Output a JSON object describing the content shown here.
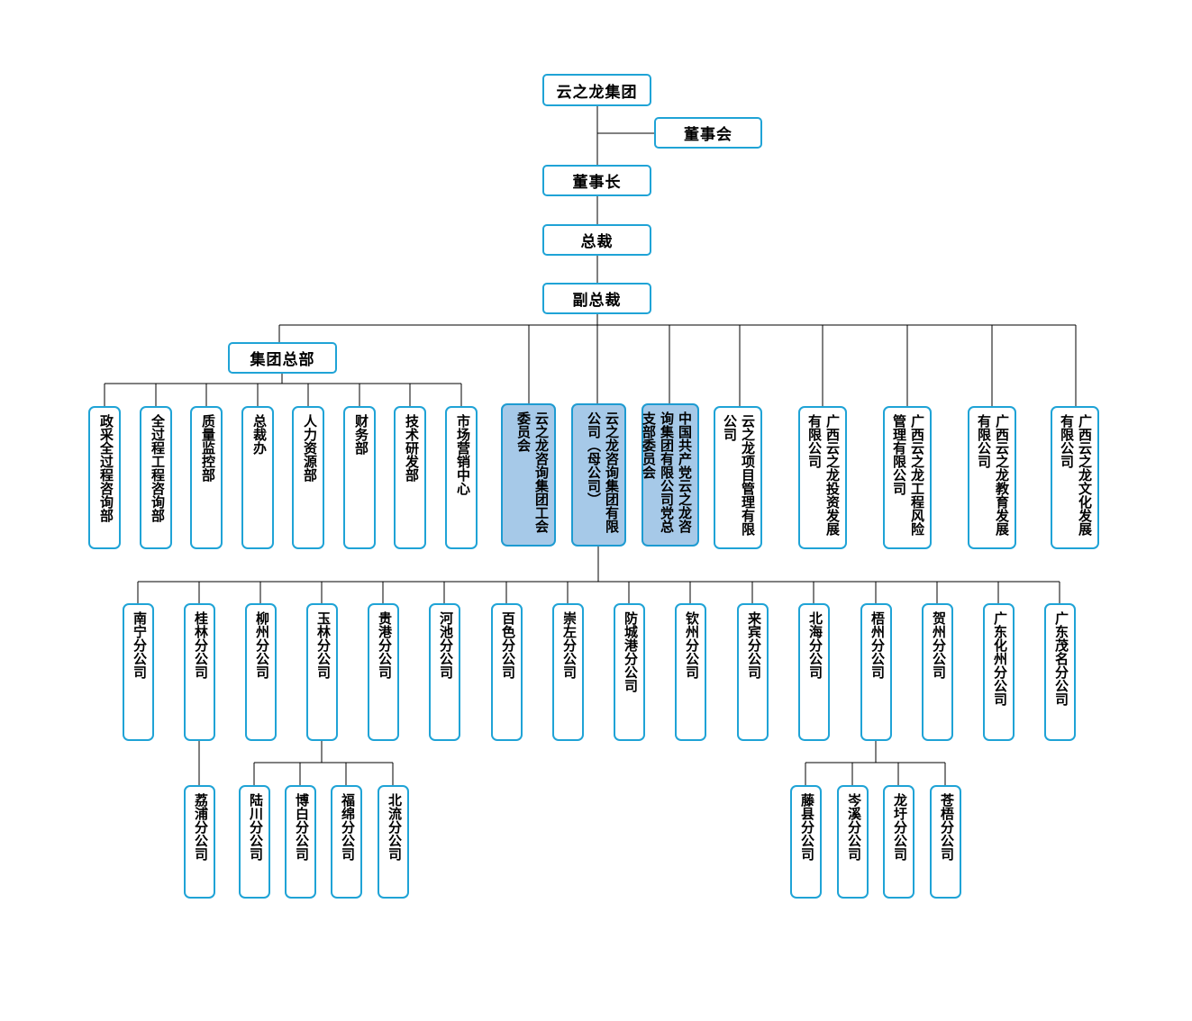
{
  "top": {
    "group": "云之龙集团",
    "board": "董事会",
    "chairman": "董事长",
    "president": "总裁",
    "vice_president": "副总裁"
  },
  "hq": {
    "title": "集团总部",
    "departments": [
      "政采全过程咨询部",
      "全过程工程咨询部",
      "质量监控部",
      "总裁办",
      "人力资源部",
      "财务部",
      "技术研发部",
      "市场营销中心"
    ]
  },
  "units": [
    {
      "label": "云之龙咨询集团工会委员会",
      "highlight": true
    },
    {
      "label": "云之龙咨询集团有限公司（母公司）",
      "highlight": true
    },
    {
      "label": "中国共产党云之龙咨询集团有限公司党总支部委员会",
      "highlight": true
    },
    {
      "label": "云之龙项目管理有限公司",
      "highlight": false
    },
    {
      "label": "广西云之龙投资发展有限公司",
      "highlight": false
    },
    {
      "label": "广西云之龙工程风险管理有限公司",
      "highlight": false
    },
    {
      "label": "广西云之龙教育发展有限公司",
      "highlight": false
    },
    {
      "label": "广西云之龙文化发展有限公司",
      "highlight": false
    }
  ],
  "branches": [
    "南宁分公司",
    "桂林分公司",
    "柳州分公司",
    "玉林分公司",
    "贵港分公司",
    "河池分公司",
    "百色分公司",
    "崇左分公司",
    "防城港分公司",
    "钦州分公司",
    "来宾分公司",
    "北海分公司",
    "梧州分公司",
    "贺州分公司",
    "广东化州分公司",
    "广东茂名分公司"
  ],
  "sub_branches": {
    "guilin": [
      "荔浦分公司"
    ],
    "yulin": [
      "陆川分公司",
      "博白分公司",
      "福绵分公司",
      "北流分公司"
    ],
    "wuzhou": [
      "藤县分公司",
      "岑溪分公司",
      "龙圩分公司",
      "苍梧分公司"
    ]
  },
  "colors": {
    "border": "#1fa3d6",
    "highlight_fill": "#a6c9e8",
    "line": "#000000"
  }
}
